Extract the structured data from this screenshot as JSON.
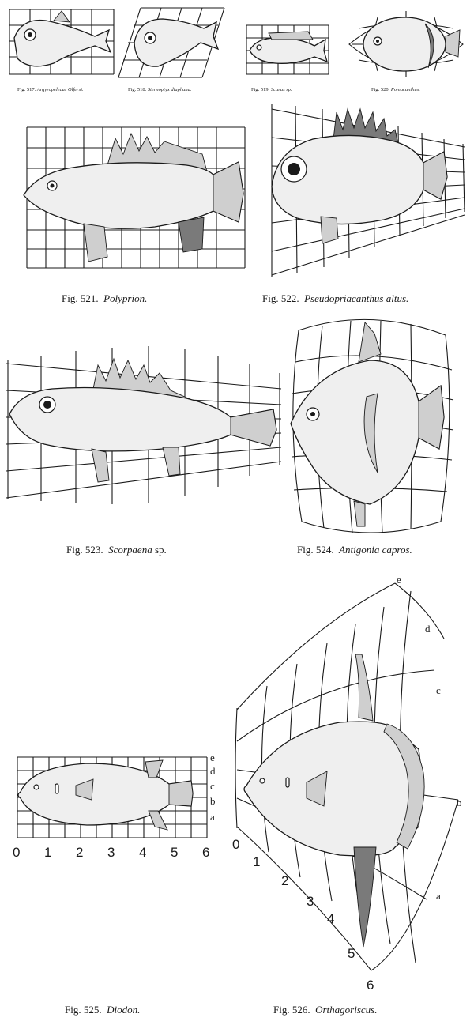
{
  "captions": {
    "f517": {
      "num": "Fig. 517.",
      "name": "Argyropelecus Olfersi."
    },
    "f518": {
      "num": "Fig. 518.",
      "name": "Sternoptyx diaphana."
    },
    "f519": {
      "num": "Fig. 519.",
      "name": "Scarus sp."
    },
    "f520": {
      "num": "Fig. 520.",
      "name": "Pomacanthus."
    },
    "f521": {
      "num": "Fig. 521.",
      "name": "Polyprion."
    },
    "f522": {
      "num": "Fig. 522.",
      "name": "Pseudopriacanthus altus."
    },
    "f523": {
      "num": "Fig. 523.",
      "name": "Scorpaena",
      "suffix": "sp."
    },
    "f524": {
      "num": "Fig. 524.",
      "name": "Antigonia capros."
    },
    "f525": {
      "num": "Fig. 525.",
      "name": "Diodon."
    },
    "f526": {
      "num": "Fig. 526.",
      "name": "Orthagoriscus."
    }
  },
  "diodon": {
    "x_labels": [
      "0",
      "1",
      "2",
      "3",
      "4",
      "5",
      "6"
    ],
    "y_labels": [
      "e",
      "d",
      "c",
      "b",
      "a"
    ]
  },
  "orthagoriscus": {
    "radial_labels": [
      "0",
      "1",
      "2",
      "3",
      "4",
      "5",
      "6"
    ],
    "arc_labels": [
      "e",
      "d",
      "c",
      "b",
      "a"
    ]
  }
}
